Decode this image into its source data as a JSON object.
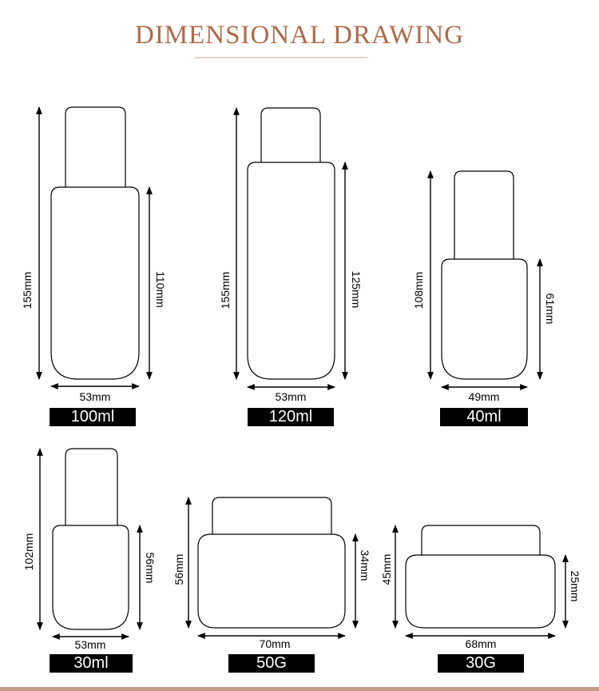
{
  "title": "DIMENSIONAL DRAWING",
  "products": [
    {
      "id": "p100",
      "label": "100ml",
      "height": "155mm",
      "body_height": "110mm",
      "width": "53mm"
    },
    {
      "id": "p120",
      "label": "120ml",
      "height": "155mm",
      "body_height": "125mm",
      "width": "53mm"
    },
    {
      "id": "p40",
      "label": "40ml",
      "height": "108mm",
      "body_height": "61mm",
      "width": "49mm"
    },
    {
      "id": "p30",
      "label": "30ml",
      "height": "102mm",
      "body_height": "56mm",
      "width": "53mm"
    },
    {
      "id": "p50g",
      "label": "50G",
      "height": "56mm",
      "body_height": "34mm",
      "width": "70mm"
    },
    {
      "id": "p30g",
      "label": "30G",
      "height": "45mm",
      "body_height": "25mm",
      "width": "68mm"
    }
  ],
  "colors": {
    "title": "#b06a48",
    "accent_rule": "#c79c83",
    "label_bg": "#000000",
    "label_text": "#ffffff"
  }
}
